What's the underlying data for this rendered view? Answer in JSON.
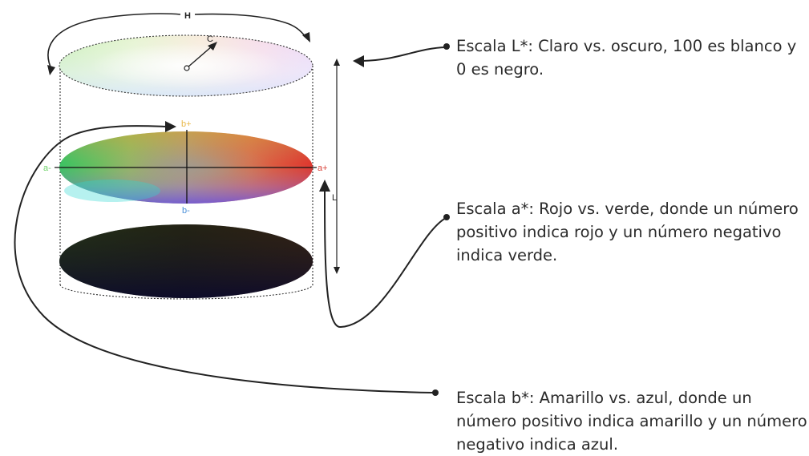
{
  "labels": {
    "h": "H",
    "c": "C",
    "l": "L",
    "a_minus": "a-",
    "a_plus": "a+",
    "b_plus": "b+",
    "b_minus": "b-"
  },
  "notes": {
    "l_scale": "Escala L*: Claro vs. oscuro, 100 es blanco y 0 es negro.",
    "a_scale": "Escala a*: Rojo vs. verde, donde un número positivo indica rojo y un número negativo indica verde.",
    "b_scale": "Escala b*: Amarillo vs. azul, donde un número positivo indica amarillo y un número negativo indica azul."
  },
  "colors": {
    "a_minus": "#6fd36a",
    "a_plus": "#d9443a",
    "b_plus": "#e9b84a",
    "b_minus": "#4a90d9",
    "lines": "#111111"
  }
}
